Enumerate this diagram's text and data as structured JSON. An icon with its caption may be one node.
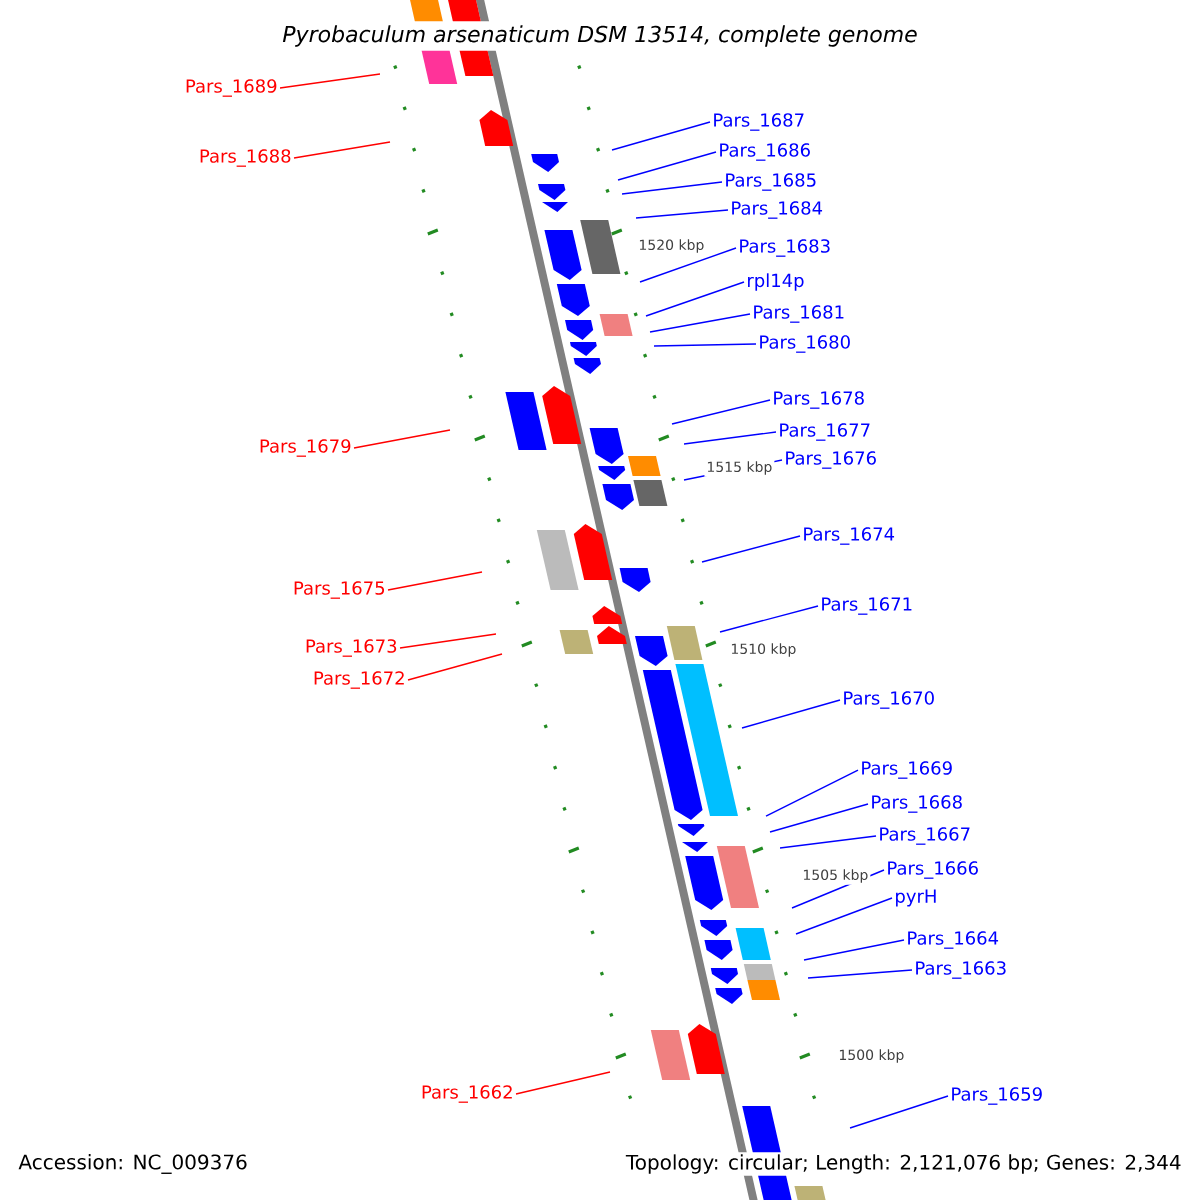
{
  "diagram": {
    "title": "Pyrobaculum arsenaticum DSM 13514, complete genome",
    "nodes": [
      {
        "text": [
          "Pars_1689"
        ]
      },
      {
        "text": [
          "Pars_1688"
        ]
      },
      {
        "text": [
          "Pars_1687"
        ]
      },
      {
        "text": [
          "Pars_1686"
        ]
      },
      {
        "text": [
          "Pars_1685"
        ]
      },
      {
        "text": [
          "Pars_1684"
        ]
      },
      {
        "text": [
          "Pars_1683"
        ]
      },
      {
        "text": [
          "rpl14p"
        ]
      },
      {
        "text": [
          "Pars_1681"
        ]
      },
      {
        "text": [
          "Pars_1680"
        ]
      },
      {
        "text": [
          "Pars_1678"
        ]
      },
      {
        "text": [
          "Pars_1679"
        ]
      },
      {
        "text": [
          "Pars_1677"
        ]
      },
      {
        "text": [
          "Pars_1676"
        ]
      },
      {
        "text": [
          "Pars_1674"
        ]
      },
      {
        "text": [
          "Pars_1675"
        ]
      },
      {
        "text": [
          "Pars_1671"
        ]
      },
      {
        "text": [
          "Pars_1673"
        ]
      },
      {
        "text": [
          "Pars_1672"
        ]
      },
      {
        "text": [
          "Pars_1670"
        ]
      },
      {
        "text": [
          "Pars_1669"
        ]
      },
      {
        "text": [
          "Pars_1668"
        ]
      },
      {
        "text": [
          "Pars_1667"
        ]
      },
      {
        "text": [
          "Pars_1666"
        ]
      },
      {
        "text": [
          "pyrH"
        ]
      },
      {
        "text": [
          "Pars_1664"
        ]
      },
      {
        "text": [
          "Pars_1663"
        ]
      },
      {
        "text": [
          "Pars_1662"
        ]
      },
      {
        "text": [
          "Pars_1659"
        ]
      }
    ],
    "edges": [
      {
        "from": 0,
        "to": null,
        "arrow": "none",
        "color": "#ff0000"
      },
      {
        "from": 1,
        "to": null,
        "arrow": "none",
        "color": "#ff0000"
      },
      {
        "from": 2,
        "to": null,
        "arrow": "none"
      },
      {
        "from": 3,
        "to": null,
        "arrow": "none"
      },
      {
        "from": 4,
        "to": null,
        "arrow": "none"
      },
      {
        "from": 5,
        "to": null,
        "arrow": "none"
      },
      {
        "from": 6,
        "to": null,
        "arrow": "none"
      },
      {
        "from": 7,
        "to": null,
        "arrow": "none"
      },
      {
        "from": 8,
        "to": null,
        "arrow": "none"
      },
      {
        "from": 9,
        "to": null,
        "arrow": "none"
      },
      {
        "from": 10,
        "to": null,
        "arrow": "none"
      },
      {
        "from": 11,
        "to": null,
        "arrow": "none",
        "color": "#ff0000"
      },
      {
        "from": 12,
        "to": null,
        "arrow": "none"
      },
      {
        "from": 13,
        "to": null,
        "arrow": "none"
      },
      {
        "from": 14,
        "to": null,
        "arrow": "none"
      },
      {
        "from": 15,
        "to": null,
        "arrow": "none",
        "color": "#ff0000"
      },
      {
        "from": 16,
        "to": null,
        "arrow": "none"
      },
      {
        "from": 17,
        "to": null,
        "arrow": "none",
        "color": "#ff0000"
      },
      {
        "from": 18,
        "to": null,
        "arrow": "none",
        "color": "#ff0000"
      },
      {
        "from": 19,
        "to": null,
        "arrow": "none"
      },
      {
        "from": 20,
        "to": null,
        "arrow": "none"
      },
      {
        "from": 21,
        "to": null,
        "arrow": "none"
      },
      {
        "from": 22,
        "to": null,
        "arrow": "none"
      },
      {
        "from": 23,
        "to": null,
        "arrow": "none"
      },
      {
        "from": 24,
        "to": null,
        "arrow": "none"
      },
      {
        "from": 25,
        "to": null,
        "arrow": "none"
      },
      {
        "from": 26,
        "to": null,
        "arrow": "none"
      },
      {
        "from": 27,
        "to": null,
        "arrow": "none",
        "color": "#ff0000"
      },
      {
        "from": 28,
        "to": null,
        "arrow": "none"
      }
    ],
    "labels": [
      "1520 kbp",
      "1515 kbp",
      "1510 kbp",
      "1505 kbp",
      "1500 kbp",
      "Accession: NC_009376",
      "Topology: circular; Length: 2,121,076 bp; Genes: 2,344"
    ]
  }
}
